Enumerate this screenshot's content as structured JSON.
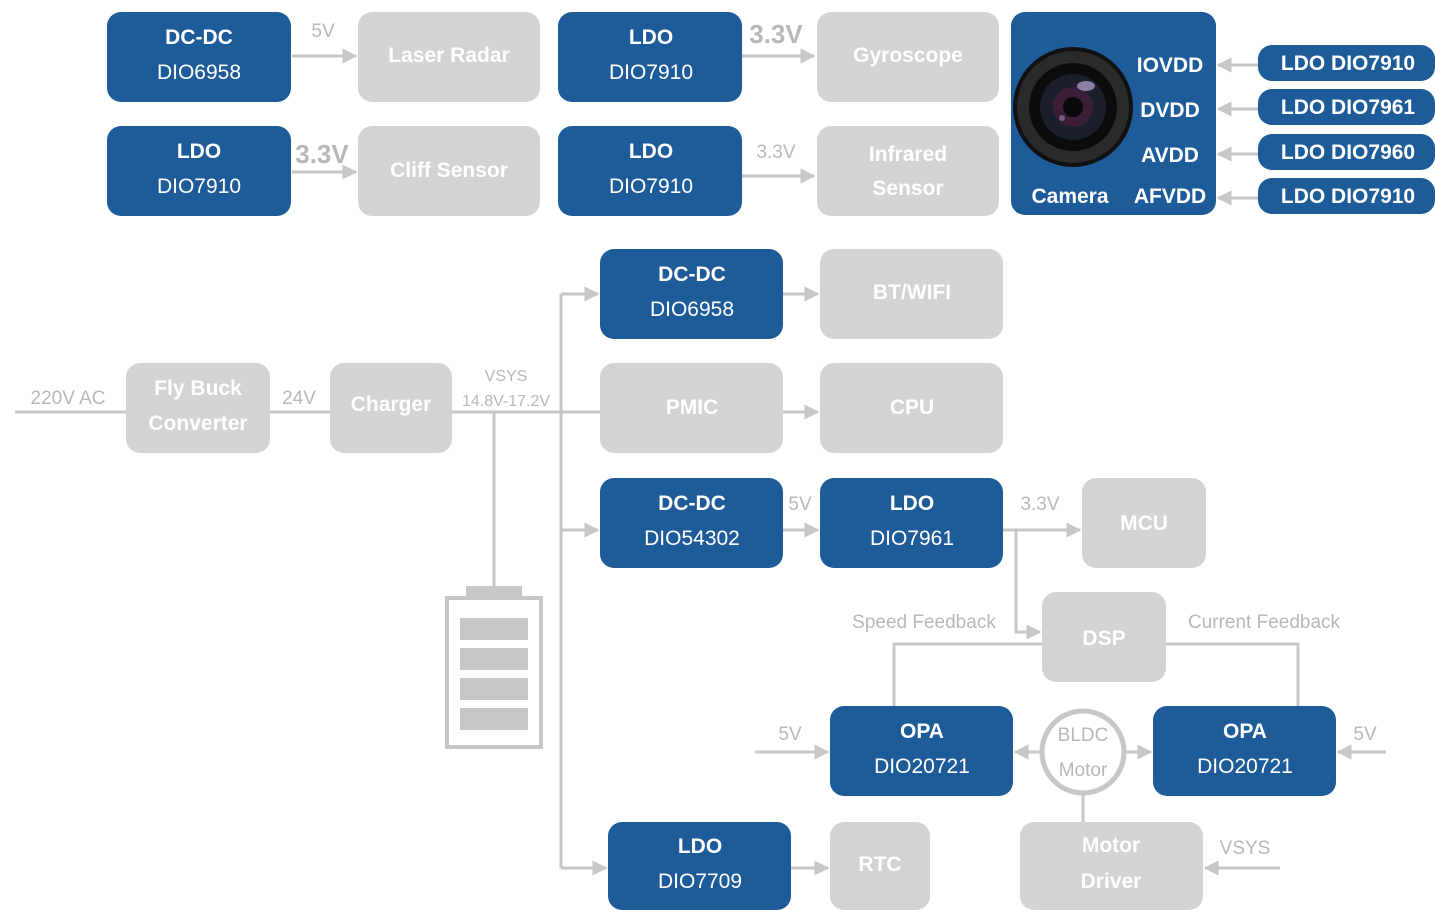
{
  "colors": {
    "blue_box": "#1e5b99",
    "gray_box": "#d4d4d4",
    "line": "#c7c7c7",
    "label": "#b8b8b8"
  },
  "top": {
    "dcdc1": {
      "title": "DC-DC",
      "part": "DIO6958"
    },
    "v_laser": "5V",
    "laser": "Laser Radar",
    "ldo_gyro": {
      "title": "LDO",
      "part": "DIO7910"
    },
    "v_gyro": "3.3V",
    "gyro": "Gyroscope",
    "ldo_cliff": {
      "title": "LDO",
      "part": "DIO7910"
    },
    "v_cliff": "3.3V",
    "cliff": "Cliff Sensor",
    "ldo_ir": {
      "title": "LDO",
      "part": "DIO7910"
    },
    "v_ir": "3.3V",
    "ir_line1": "Infrared",
    "ir_line2": "Sensor"
  },
  "camera": {
    "label": "Camera",
    "rails": [
      "IOVDD",
      "DVDD",
      "AVDD",
      "AFVDD"
    ],
    "ldos": [
      "LDO DIO7910",
      "LDO DIO7961",
      "LDO DIO7960",
      "LDO DIO7910"
    ]
  },
  "power": {
    "ac": "220V AC",
    "flyback_line1": "Fly Buck",
    "flyback_line2": "Converter",
    "v_24": "24V",
    "charger": "Charger",
    "vsys": "VSYS",
    "vsys_range": "14.8V-17.2V",
    "dcdc_wifi": {
      "title": "DC-DC",
      "part": "DIO6958"
    },
    "btwifi": "BT/WIFI",
    "pmic": "PMIC",
    "cpu": "CPU",
    "dcdc_mcu": {
      "title": "DC-DC",
      "part": "DIO54302"
    },
    "v_5": "5V",
    "ldo_mcu": {
      "title": "LDO",
      "part": "DIO7961"
    },
    "v_33": "3.3V",
    "mcu": "MCU",
    "speed_fb": "Speed Feedback",
    "current_fb": "Current Feedback",
    "dsp": "DSP",
    "opa_left": {
      "title": "OPA",
      "part": "DIO20721"
    },
    "opa_right": {
      "title": "OPA",
      "part": "DIO20721"
    },
    "v_opa_left": "5V",
    "v_opa_right": "5V",
    "motor_line1": "BLDC",
    "motor_line2": "Motor",
    "driver_line1": "Motor",
    "driver_line2": "Driver",
    "v_driver": "VSYS",
    "ldo_rtc": {
      "title": "LDO",
      "part": "DIO7709"
    },
    "rtc": "RTC"
  }
}
